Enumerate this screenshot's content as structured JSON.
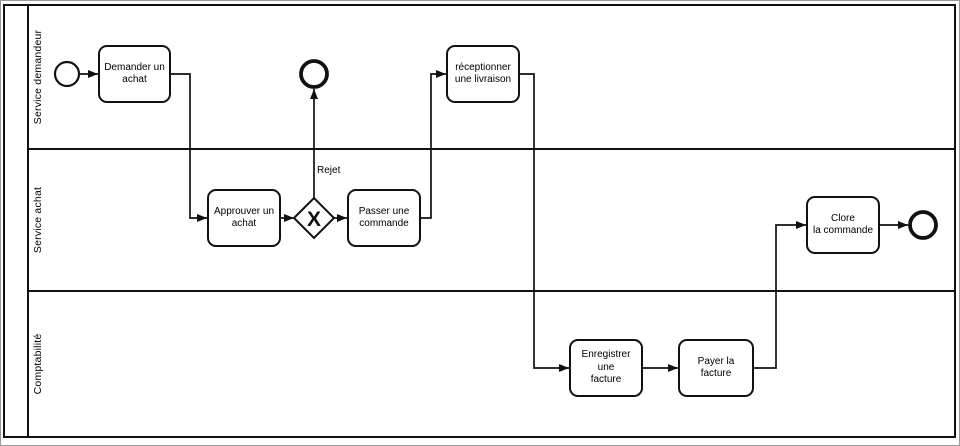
{
  "colors": {
    "stroke": "#111111",
    "background": "#ffffff"
  },
  "pool": {
    "label": "",
    "lanes": [
      {
        "label": "Service demandeur"
      },
      {
        "label": "Service achat"
      },
      {
        "label": "Comptabilité"
      }
    ]
  },
  "tasks": [
    {
      "id": "demander-un-achat",
      "label": "Demander un\nachat"
    },
    {
      "id": "approuver-un-achat",
      "label": "Approuver un\nachat"
    },
    {
      "id": "passer-une-commande",
      "label": "Passer une\ncommande"
    },
    {
      "id": "receptionner-une-livraison",
      "label": "réceptionner\nune livraison"
    },
    {
      "id": "enregistrer-une-facture",
      "label": "Enregistrer une\nfacture"
    },
    {
      "id": "payer-la-facture",
      "label": "Payer la facture"
    },
    {
      "id": "clore-la-commande",
      "label": "Clore\nla commande"
    }
  ],
  "events": [
    {
      "id": "start",
      "type": "start-event"
    },
    {
      "id": "end-rejet",
      "type": "end-event"
    },
    {
      "id": "end-final",
      "type": "end-event"
    }
  ],
  "gateway": {
    "type": "exclusive",
    "marker": "X",
    "branch_label": "Rejet"
  },
  "flows": [
    {
      "from": "start",
      "to": "demander-un-achat"
    },
    {
      "from": "demander-un-achat",
      "to": "approuver-un-achat"
    },
    {
      "from": "approuver-un-achat",
      "to": "gateway-exclusive"
    },
    {
      "from": "gateway-exclusive",
      "to": "end-rejet",
      "label": "Rejet"
    },
    {
      "from": "gateway-exclusive",
      "to": "passer-une-commande"
    },
    {
      "from": "passer-une-commande",
      "to": "receptionner-une-livraison"
    },
    {
      "from": "receptionner-une-livraison",
      "to": "enregistrer-une-facture"
    },
    {
      "from": "enregistrer-une-facture",
      "to": "payer-la-facture"
    },
    {
      "from": "payer-la-facture",
      "to": "clore-la-commande"
    },
    {
      "from": "clore-la-commande",
      "to": "end-final"
    }
  ]
}
